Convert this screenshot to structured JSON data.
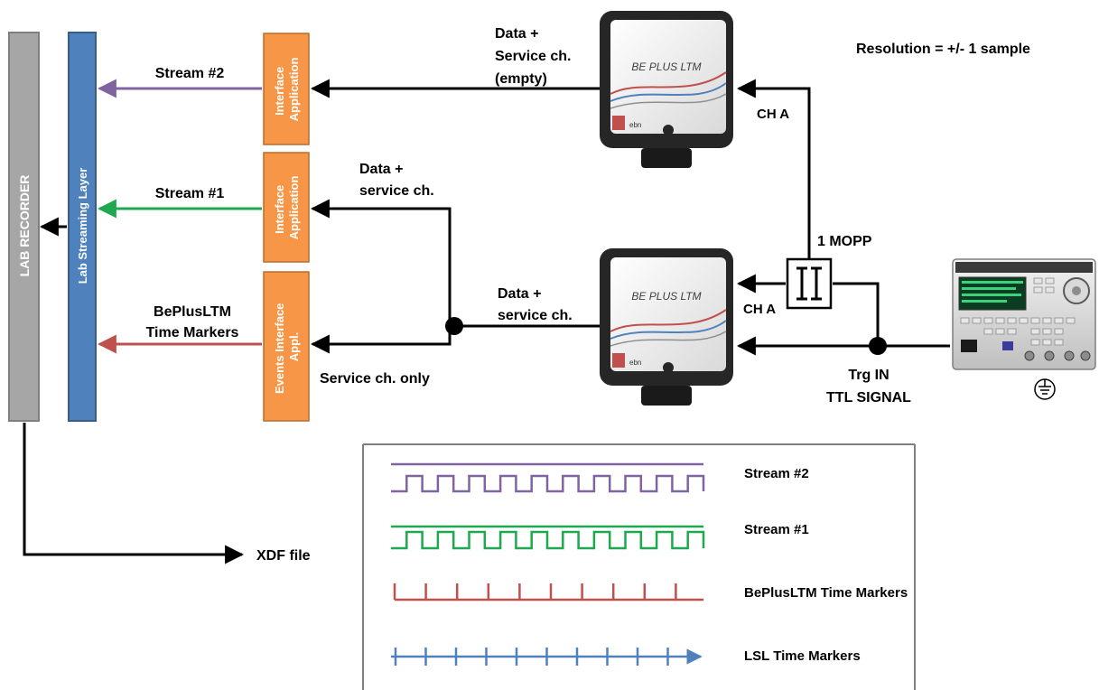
{
  "colors": {
    "recorder": "#a6a6a6",
    "streaming_layer": "#4f81bd",
    "app_box": "#f79646",
    "stream2": "#8064a2",
    "stream1": "#1fa84f",
    "markers": "#c0504d",
    "lsl": "#4f81bd",
    "device": "#262626",
    "wire": "#000000"
  },
  "diagram": {
    "lab_recorder": "LAB RECORDER",
    "streaming_layer": "Lab Streaming Layer",
    "app_top": "Interface Application",
    "app_mid": "Interface Application",
    "app_bottom": "Events Interface Appl.",
    "stream2_label": "Stream #2",
    "stream1_label": "Stream #1",
    "markers_label_line1": "BePlusLTM",
    "markers_label_line2": "Time Markers",
    "device_top_line1": "Data +",
    "device_top_line2": "Service ch.",
    "device_top_line3": "(empty)",
    "device_mid_line1": "Data +",
    "device_mid_line2": "service ch.",
    "device_bottom_line1": "Data +",
    "device_bottom_line2": "service ch.",
    "service_only": "Service ch. only",
    "ch_a_top": "CH A",
    "ch_a_bottom": "CH A",
    "mopp": "1 MOPP",
    "trg_line1": "Trg IN",
    "trg_line2": "TTL SIGNAL",
    "resolution": "Resolution = +/- 1 sample",
    "xdf": "XDF file",
    "device_brand": "BE PLUS LTM",
    "device_logo": "ebn"
  },
  "legend": {
    "stream2": "Stream #2",
    "stream1": "Stream #1",
    "markers": "BePlusLTM Time Markers",
    "lsl": "LSL Time Markers"
  },
  "icons": {
    "device": "amplifier-device-icon",
    "generator": "function-generator-icon",
    "ground": "ground-icon",
    "isolator": "isolation-barrier-icon"
  }
}
